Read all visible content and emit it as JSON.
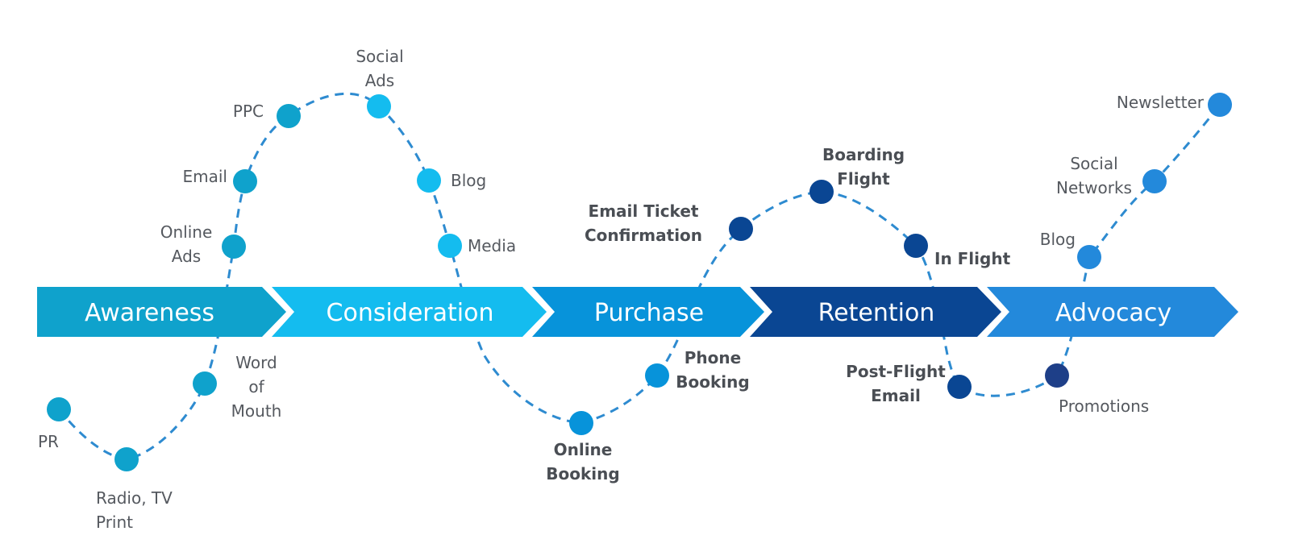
{
  "stages": [
    {
      "label": "Awareness",
      "color": "#0fa2cc"
    },
    {
      "label": "Consideration",
      "color": "#14bcef"
    },
    {
      "label": "Purchase",
      "color": "#0793da"
    },
    {
      "label": "Retention",
      "color": "#0a4693"
    },
    {
      "label": "Advocacy",
      "color": "#2389db"
    }
  ],
  "touchpoints": [
    {
      "lines": [
        "PR"
      ],
      "color": "#0fa2cc",
      "bold": false
    },
    {
      "lines": [
        "Radio, TV",
        "Print"
      ],
      "color": "#0fa2cc",
      "bold": false
    },
    {
      "lines": [
        "Word",
        "of",
        "Mouth"
      ],
      "color": "#0fa2cc",
      "bold": false
    },
    {
      "lines": [
        "Online",
        "Ads"
      ],
      "color": "#0fa2cc",
      "bold": false
    },
    {
      "lines": [
        "Email"
      ],
      "color": "#0fa2cc",
      "bold": false
    },
    {
      "lines": [
        "PPC"
      ],
      "color": "#0fa2cc",
      "bold": false
    },
    {
      "lines": [
        "Social",
        "Ads"
      ],
      "color": "#14bcef",
      "bold": false
    },
    {
      "lines": [
        "Blog"
      ],
      "color": "#14bcef",
      "bold": false
    },
    {
      "lines": [
        "Media"
      ],
      "color": "#14bcef",
      "bold": false
    },
    {
      "lines": [
        "Online",
        "Booking"
      ],
      "color": "#0793da",
      "bold": true
    },
    {
      "lines": [
        "Phone",
        "Booking"
      ],
      "color": "#0793da",
      "bold": true
    },
    {
      "lines": [
        "Email Ticket",
        "Confirmation"
      ],
      "color": "#0a4693",
      "bold": true
    },
    {
      "lines": [
        "Boarding",
        "Flight"
      ],
      "color": "#0a4693",
      "bold": true
    },
    {
      "lines": [
        "In Flight"
      ],
      "color": "#0a4693",
      "bold": true
    },
    {
      "lines": [
        "Post-Flight",
        "Email"
      ],
      "color": "#0a4693",
      "bold": true
    },
    {
      "lines": [
        "Promotions"
      ],
      "color": "#1e3f88",
      "bold": false
    },
    {
      "lines": [
        "Blog"
      ],
      "color": "#2389db",
      "bold": false
    },
    {
      "lines": [
        "Social",
        "Networks"
      ],
      "color": "#2389db",
      "bold": false
    },
    {
      "lines": [
        "Newsletter"
      ],
      "color": "#2389db",
      "bold": false
    }
  ]
}
